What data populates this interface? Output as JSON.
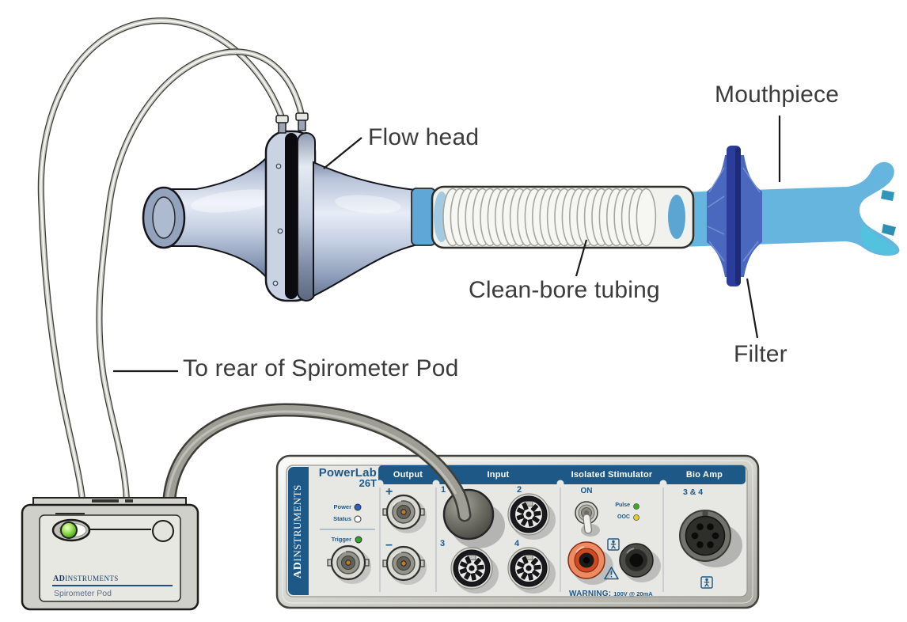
{
  "diagram_labels": {
    "mouthpiece": "Mouthpiece",
    "flow_head": "Flow head",
    "clean_bore_tubing": "Clean-bore tubing",
    "filter": "Filter",
    "to_rear_of_pod": "To rear of Spirometer Pod"
  },
  "spirometer_pod": {
    "brand_bold": "AD",
    "brand_regular": "INSTRUMENTS",
    "device_name": "Spirometer Pod"
  },
  "powerlab": {
    "brand_bold": "AD",
    "brand_regular": "INSTRUMENTS",
    "model_name": "PowerLab",
    "model_number": "26T",
    "sections": {
      "output": "Output",
      "input": "Input",
      "isolated_stimulator": "Isolated Stimulator",
      "bio_amp": "Bio Amp"
    },
    "status_leds": {
      "power": "Power",
      "status": "Status",
      "trigger": "Trigger"
    },
    "output": {
      "plus": "+",
      "minus": "–"
    },
    "inputs": {
      "ch1": "1",
      "ch2": "2",
      "ch3": "3",
      "ch4": "4"
    },
    "stimulator": {
      "switch_label": "ON",
      "pulse": "Pulse",
      "ooc": "OOC",
      "warning_prefix": "WARNING:",
      "warning_spec": "100V @ 20mA"
    },
    "bio_amp": {
      "channels": "3 & 4"
    }
  },
  "icons": {
    "patient_safety_stimulator": "patient-safety-icon",
    "patient_safety_bio_amp": "patient-safety-icon",
    "warning": "warning-triangle-icon"
  },
  "colors": {
    "adi_blue": "#1d5886",
    "pod_brand_blue": "#14375f",
    "mouthpiece_blue": "#66b5df",
    "filter_body_blue": "#4a69be",
    "filter_bar_blue": "#2c3c9a",
    "led_power_blue": "#2e5fc3",
    "led_status_white": "#ffffff",
    "led_trigger_green": "#2fa32c",
    "led_pulse_green": "#3aa82a",
    "led_ooc_yellow": "#ddd028",
    "pod_led_green": "#58b526",
    "red_jack": "#ec8a62",
    "black_jack": "#4c4c46"
  }
}
